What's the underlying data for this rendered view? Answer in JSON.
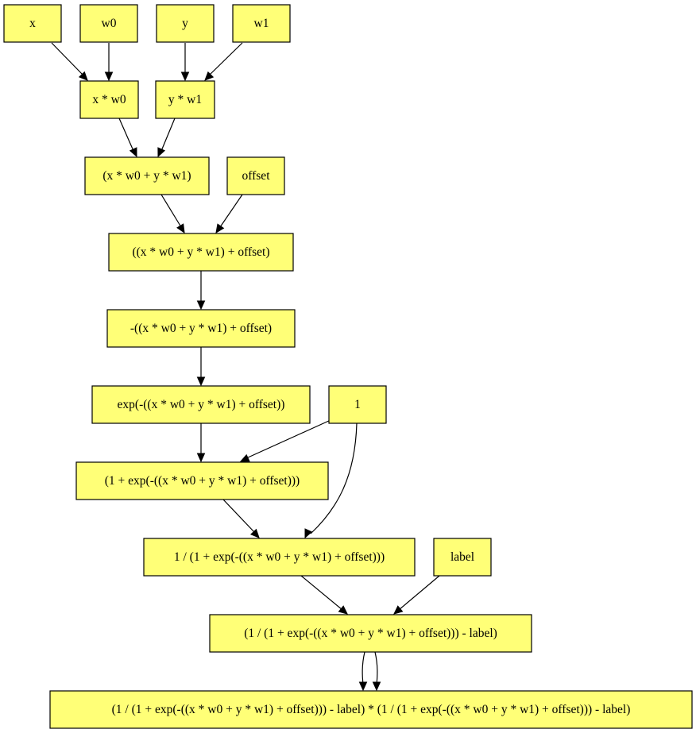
{
  "diagram": {
    "type": "computation-graph",
    "colors": {
      "node_fill": "#ffff77",
      "node_stroke": "#000000",
      "edge": "#000000"
    },
    "nodes": [
      {
        "id": "x",
        "label": "x"
      },
      {
        "id": "w0",
        "label": "w0"
      },
      {
        "id": "y",
        "label": "y"
      },
      {
        "id": "w1",
        "label": "w1"
      },
      {
        "id": "xw0",
        "label": "x * w0"
      },
      {
        "id": "yw1",
        "label": "y * w1"
      },
      {
        "id": "sum",
        "label": "(x * w0 + y * w1)"
      },
      {
        "id": "offset",
        "label": "offset"
      },
      {
        "id": "sum_offset",
        "label": "((x * w0 + y * w1) + offset)"
      },
      {
        "id": "neg",
        "label": "-((x * w0 + y * w1) + offset)"
      },
      {
        "id": "exp",
        "label": "exp(-((x * w0 + y * w1) + offset))"
      },
      {
        "id": "one",
        "label": "1"
      },
      {
        "id": "one_plus",
        "label": "(1 + exp(-((x * w0 + y * w1) + offset)))"
      },
      {
        "id": "recip",
        "label": "1 / (1 + exp(-((x * w0 + y * w1) + offset)))"
      },
      {
        "id": "label",
        "label": "label"
      },
      {
        "id": "diff",
        "label": "(1 / (1 + exp(-((x * w0 + y * w1) + offset))) - label)"
      },
      {
        "id": "square",
        "label": "(1 / (1 + exp(-((x * w0 + y * w1) + offset))) - label) * (1 / (1 + exp(-((x * w0 + y * w1) + offset))) - label)"
      }
    ],
    "edges": [
      {
        "from": "x",
        "to": "xw0"
      },
      {
        "from": "w0",
        "to": "xw0"
      },
      {
        "from": "y",
        "to": "yw1"
      },
      {
        "from": "w1",
        "to": "yw1"
      },
      {
        "from": "xw0",
        "to": "sum"
      },
      {
        "from": "yw1",
        "to": "sum"
      },
      {
        "from": "sum",
        "to": "sum_offset"
      },
      {
        "from": "offset",
        "to": "sum_offset"
      },
      {
        "from": "sum_offset",
        "to": "neg"
      },
      {
        "from": "neg",
        "to": "exp"
      },
      {
        "from": "exp",
        "to": "one_plus"
      },
      {
        "from": "one",
        "to": "one_plus"
      },
      {
        "from": "one",
        "to": "recip"
      },
      {
        "from": "one_plus",
        "to": "recip"
      },
      {
        "from": "recip",
        "to": "diff"
      },
      {
        "from": "label",
        "to": "diff"
      },
      {
        "from": "diff",
        "to": "square"
      },
      {
        "from": "diff",
        "to": "square"
      }
    ]
  }
}
